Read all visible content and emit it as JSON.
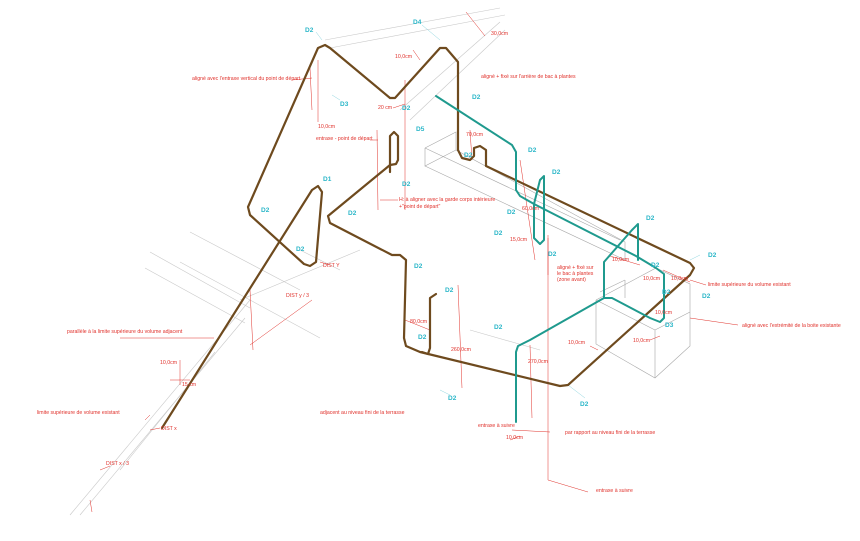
{
  "colors": {
    "brown_pipe": "#6e4a1e",
    "teal_pipe": "#1f9a8e",
    "annotation": "#e0312b",
    "tag": "#29b6c8",
    "guide": "#c9c9c9"
  },
  "tags": {
    "d2": "D2",
    "d4": "D4",
    "d1": "D1",
    "d5": "D5",
    "d3": "D3"
  },
  "notes": {
    "entraxe_vertical": "aligné avec l'entraxe vertical du point de départ",
    "aligne_fixe": "aligné + fixé sur l'arrière de bac à plantes",
    "entraxe_depart": "entraxe - point de départ",
    "garde_corps_1": "H: à aligner avec la garde corps intérieure",
    "garde_corps_2": "+\"point de départ\"",
    "bac_1": "aligné + fixé sur",
    "bac_2": "le bac à plantes",
    "bac_3": "(zone avant)",
    "limite_sup_existant_right": "limite supérieure du volume existant",
    "aligne_boite": "aligné avec l'extrémité de la boite existante",
    "parallele": "parallèle à la limite supérieure du volume adjacent",
    "limite_sup_existant_left": "limite supérieure de volume existant",
    "adjacent_terrasse": "adjacent au niveau fini de la terrasse",
    "entraxe_suivre_1": "entraxe à suivre",
    "par_rapport": "par rapport au niveau fini de la terrasse",
    "entraxe_suivre_2": "entraxe à suivre"
  },
  "dims": {
    "d30": "30,0cm",
    "d10_top": "10,0cm",
    "d20": "20 cm",
    "d10_left": "10,0cm",
    "d70": "70,0cm",
    "d60": "60,0cm",
    "d15": "15,0cm",
    "d10_a": "10,0cm",
    "d10_b": "10,0cm",
    "d10_c": "10,0cm",
    "d10_d": "10,0cm",
    "d10_e": "10,0cm",
    "d10_f": "10,0cm",
    "d80": "80,0cm",
    "d260": "260,0cm",
    "d270": "270,0cm",
    "d10_g": "10,0cm",
    "d10_h": "10,0cm",
    "d15cm": "15 cm",
    "disty": "DIST Y",
    "disty3a": "DIST y / 3",
    "distx": "DIST x",
    "distx3": "DIST x / 3"
  }
}
